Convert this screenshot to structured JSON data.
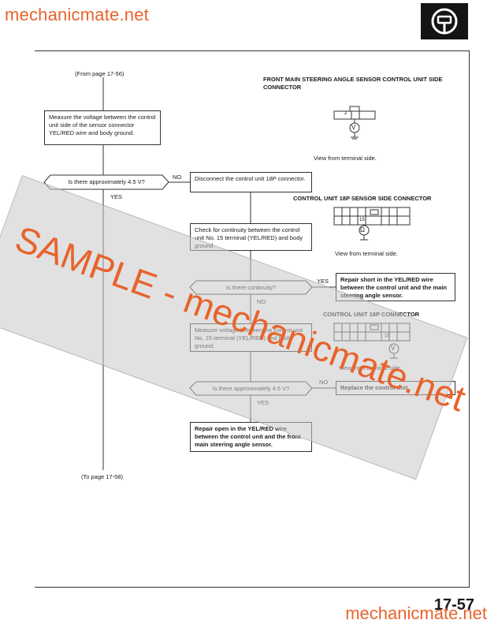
{
  "header": {
    "site_text": "mechanicmate.net",
    "logo_icon": "steering-wheel-icon"
  },
  "footer": {
    "page_number": "17-57",
    "site_text": "mechanicmate.net"
  },
  "flow": {
    "from_page": "(From page 17-56)",
    "to_page": "(To page 17-58)",
    "step1": "Measure the voltage between the control unit side of the sensor connector YEL/RED wire and body ground.",
    "q1": "Is there approximately 4.5 V?",
    "q1_no": "NO",
    "q1_yes": "YES",
    "step2": "Disconnect the control unit 18P connector.",
    "step3": "Check for continuity between the control unit No. 15 terminal (YEL/RED) and body ground.",
    "q2": "Is there continuity?",
    "q2_yes": "YES",
    "q2_no": "NO",
    "repair_short": "Repair short in the YEL/RED wire between the control unit and the main steering angle sensor.",
    "step4": "Measure voltage between the control unit No. 15 terminal (YEL/RED) and body ground.",
    "q3": "Is there approximately 4.5 V?",
    "q3_no": "NO",
    "q3_yes": "YES",
    "replace": "Replace the control unit.",
    "repair_open": "Repair open in the YEL/RED wire between the control unit and the front main steering angle sensor."
  },
  "connectors": {
    "c1_title": "FRONT MAIN STEERING ANGLE SENSOR CONTROL UNIT SIDE CONNECTOR",
    "c1_terminal": "2",
    "c1_caption": "View from terminal side.",
    "c2_title": "CONTROL UNIT 18P SENSOR SIDE CONNECTOR",
    "c2_terminal": "15",
    "c2_caption": "View from terminal side.",
    "c3_title": "CONTROL UNIT 18P CONNECTOR",
    "c3_terminal": "15",
    "c3_caption": "View from terminal side.",
    "voltmeter_symbol": "V",
    "ohmmeter_symbol": "Ω"
  },
  "watermark": {
    "text": "SAMPLE - mechanicmate.net"
  }
}
